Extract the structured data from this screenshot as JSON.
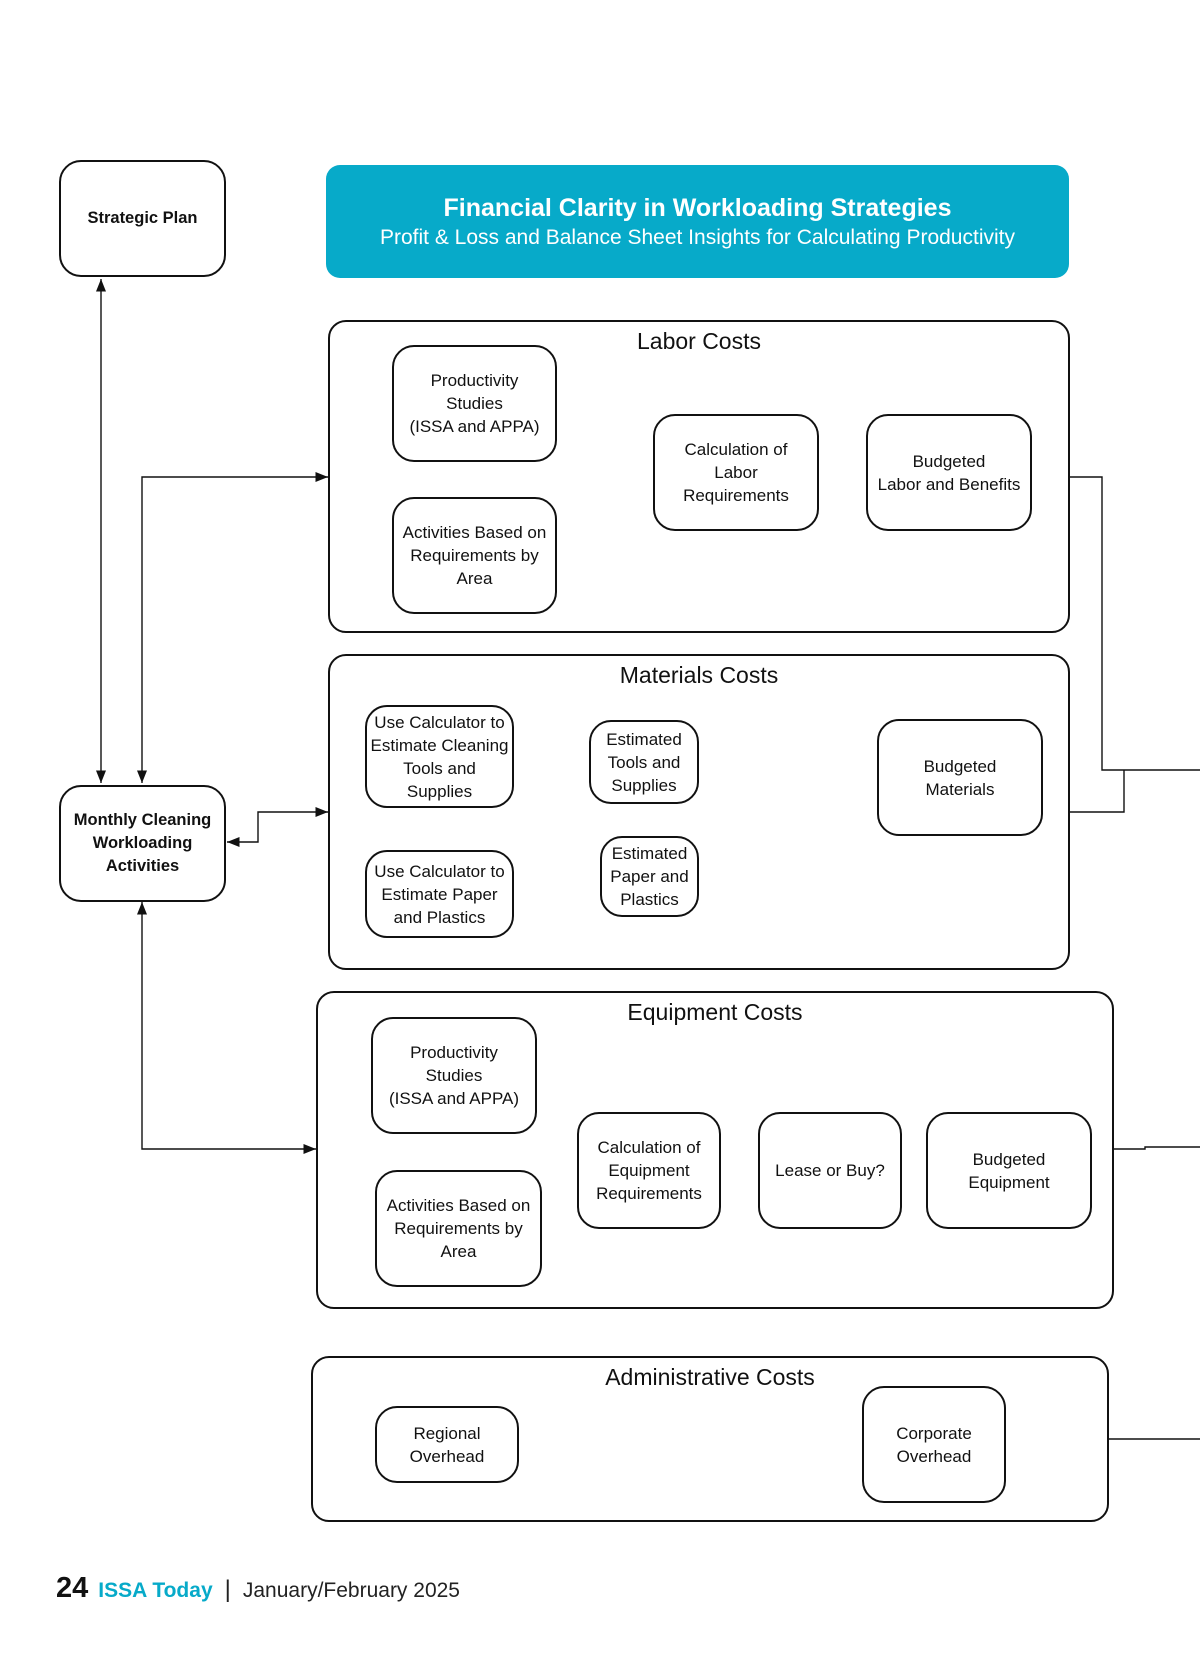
{
  "banner": {
    "title": "Financial Clarity in Workloading Strategies",
    "subtitle": "Profit & Loss and Balance Sheet Insights for Calculating Productivity",
    "color": "#07aac9"
  },
  "left": {
    "strategic_plan": "Strategic Plan",
    "monthly_cleaning": "Monthly Cleaning\nWorkloading\nActivities"
  },
  "labor": {
    "title": "Labor Costs",
    "productivity": "Productivity\nStudies\n(ISSA and APPA)",
    "activities": "Activities Based on\nRequirements by\nArea",
    "calculation": "Calculation of\nLabor\nRequirements",
    "budgeted": "Budgeted\nLabor and Benefits"
  },
  "materials": {
    "title": "Materials Costs",
    "calc_tools": "Use Calculator to\nEstimate Cleaning\nTools and\nSupplies",
    "est_tools": "Estimated\nTools and\nSupplies",
    "calc_paper": "Use Calculator to\nEstimate Paper\nand Plastics",
    "est_paper": "Estimated\nPaper and\nPlastics",
    "budgeted": "Budgeted\nMaterials"
  },
  "equipment": {
    "title": "Equipment Costs",
    "productivity": "Productivity\nStudies\n(ISSA and APPA)",
    "activities": "Activities Based on\nRequirements by\nArea",
    "calculation": "Calculation of\nEquipment\nRequirements",
    "lease": "Lease or Buy?",
    "budgeted": "Budgeted\nEquipment"
  },
  "admin": {
    "title": "Administrative Costs",
    "regional": "Regional\nOverhead",
    "corporate": "Corporate\nOverhead"
  },
  "footer": {
    "page": "24",
    "publication": "ISSA Today",
    "separator": "|",
    "issue": "January/February 2025",
    "publication_color": "#07aac9"
  }
}
